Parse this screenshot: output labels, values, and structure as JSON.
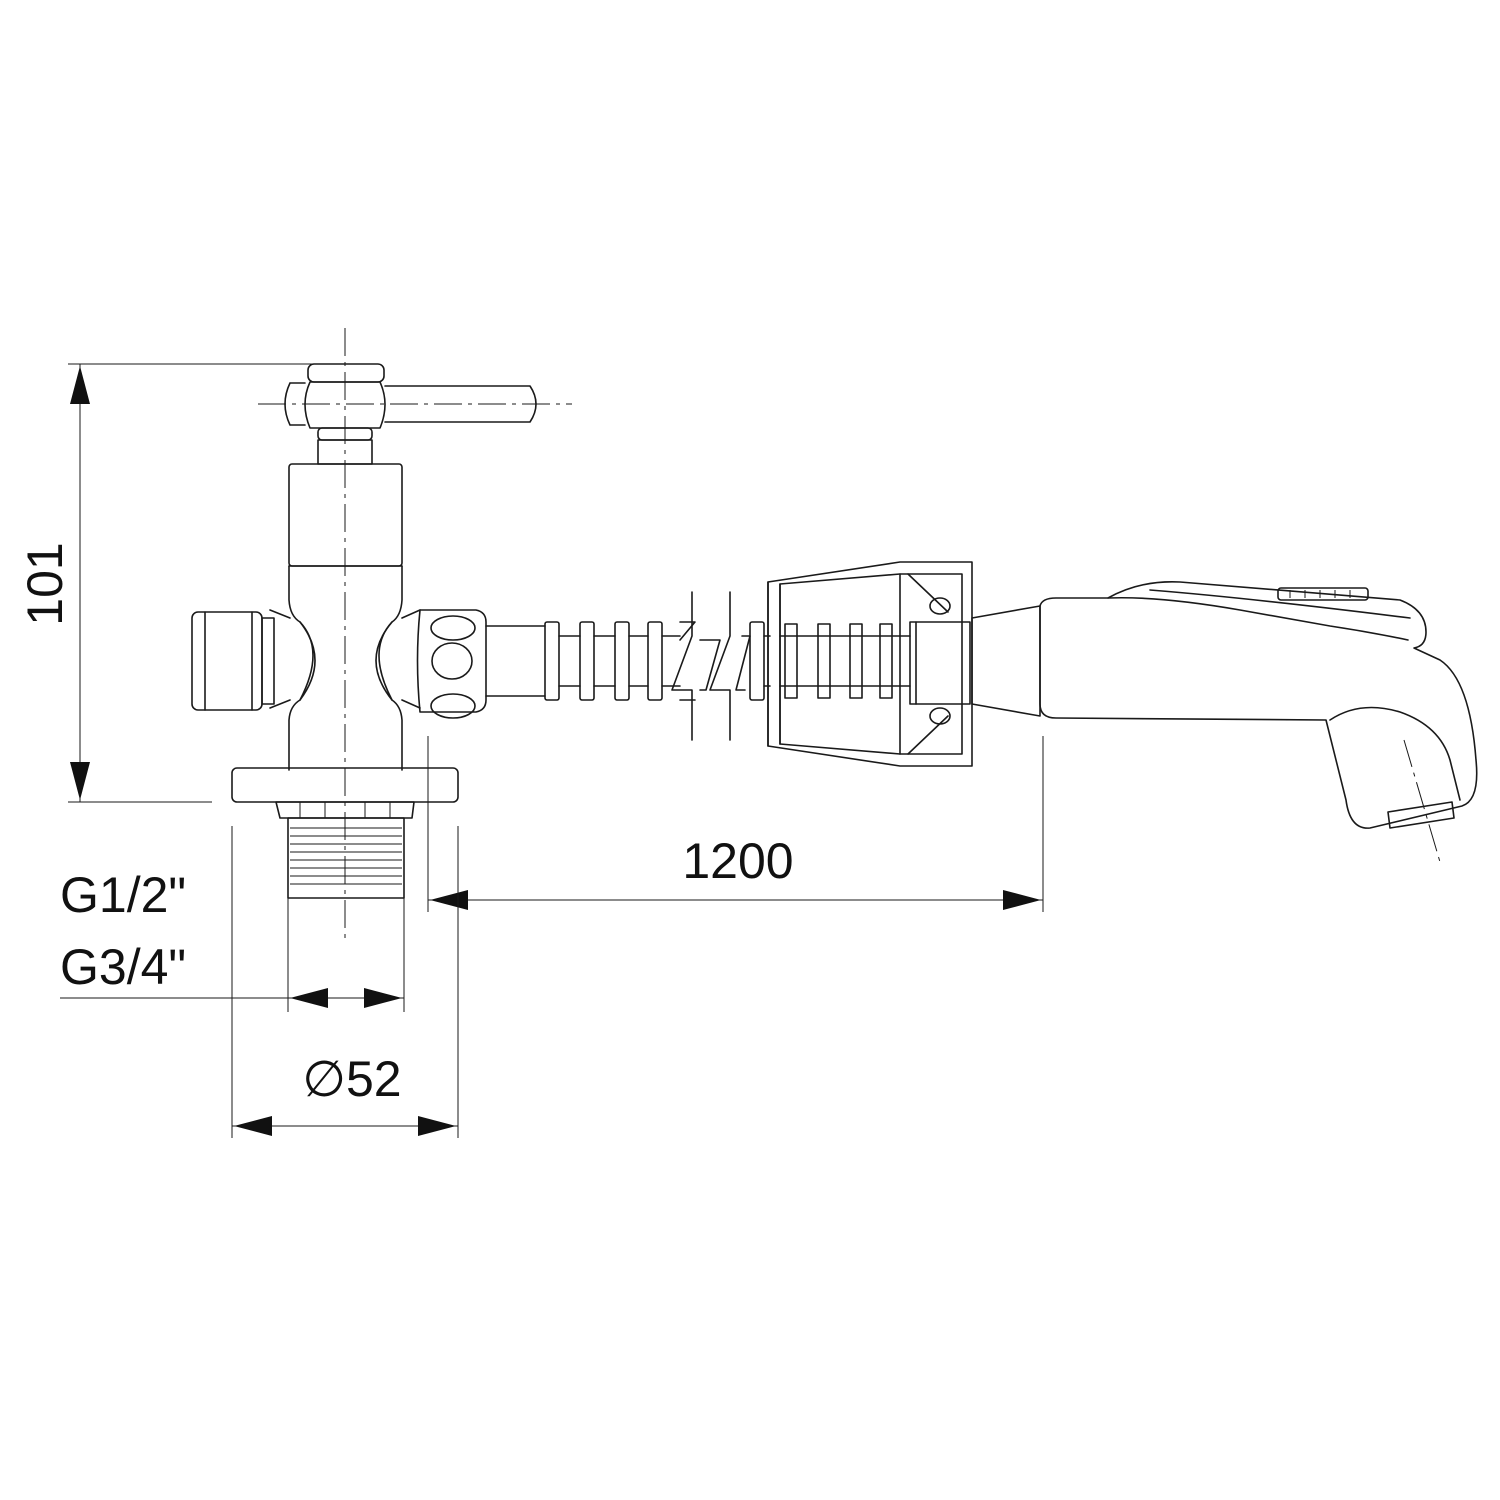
{
  "dimensions": {
    "height": "101",
    "hose_length": "1200",
    "thread_1": "G1/2\"",
    "thread_2": "G3/4\"",
    "base_diameter": "∅52"
  }
}
